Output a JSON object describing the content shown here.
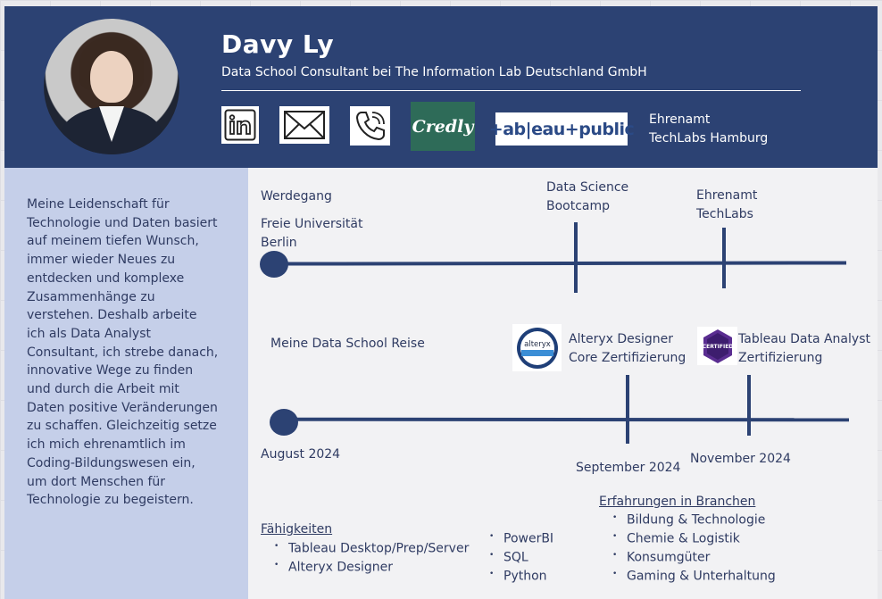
{
  "profile": {
    "name": "Davy Ly",
    "role": "Data School Consultant bei The Information Lab Deutschland GmbH"
  },
  "links": {
    "linkedin_icon": "linkedin-icon",
    "mail_icon": "mail-icon",
    "phone_icon": "phone-icon",
    "credly": "Credly",
    "tableau_public": "+ab|eau+public",
    "ehrenamt_line1": "Ehrenamt",
    "ehrenamt_line2": "TechLabs  Hamburg"
  },
  "about": "Meine Leidenschaft für Technologie und Daten basiert auf meinem tiefen Wunsch, immer wieder Neues zu entdecken und komplexe Zusammenhänge zu verstehen. Deshalb arbeite ich als Data Analyst Consultant, ich strebe danach, innovative Wege zu finden und durch die Arbeit mit Daten positive Veränderungen zu schaffen. Gleichzeitig setze ich mich ehrenamtlich im Coding-Bildungswesen ein, um dort Menschen für Technologie zu begeistern.",
  "werdegang": {
    "title": "Werdegang",
    "start_line1": "Freie Universität",
    "start_line2": "Berlin",
    "m1_line1": "Data Science",
    "m1_line2": "Bootcamp",
    "m2_line1": "Ehrenamt",
    "m2_line2": "TechLabs"
  },
  "reise": {
    "title": "Meine Data School Reise",
    "start_date": "August 2024",
    "m1_line1": "Alteryx Designer",
    "m1_line2": "Core Zertifizierung",
    "m1_date": "September 2024",
    "m2_line1": "Tableau Data Analyst",
    "m2_line2": "Zertifizierung",
    "m2_date": "November 2024",
    "alteryx_badge_text": "alteryx",
    "tableau_badge_text": "CERTIFIED"
  },
  "skills": {
    "title": "Fähigkeiten",
    "col1": [
      "Tableau Desktop/Prep/Server",
      "Alteryx Designer"
    ],
    "col2": [
      "PowerBI",
      "SQL",
      "Python"
    ]
  },
  "branchen": {
    "title": "Erfahrungen in Branchen",
    "items": [
      "Bildung & Technologie",
      "Chemie & Logistik",
      "Konsumgüter",
      "Gaming & Unterhaltung"
    ]
  },
  "colors": {
    "header": "#2c4273",
    "sidebar": "#c5cfe9",
    "credly": "#2e6b58"
  }
}
